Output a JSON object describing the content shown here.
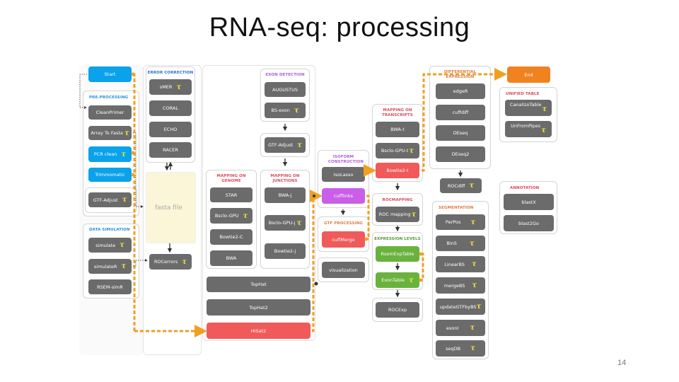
{
  "slide": {
    "title": "RNA-seq: processing",
    "page_number": "14"
  },
  "tool_marker": "τ",
  "colors": {
    "default_tool": "#6b6b6b",
    "start": "#0aa2ea",
    "end": "#f08220",
    "highlight_red": "#f05a5a",
    "highlight_green": "#6ab23e",
    "highlight_purple": "#c95fe8",
    "path": "#f0a020",
    "fasta": "#fbf6d7"
  },
  "nodes": {
    "start": "Start",
    "end": "End",
    "fasta_file": "fasta file"
  },
  "groups": {
    "pre_processing": {
      "label": "PRE-PROCESSING",
      "items": [
        "CleanPrimer",
        "Array To Fasta",
        "PCR clean",
        "Trimmomatic",
        "GTF-Adjust"
      ]
    },
    "data_simulation": {
      "label": "DATA SIMULATION",
      "items": [
        "simulate",
        "simulateR",
        "RSEM-simR"
      ]
    },
    "error_correction": {
      "label": "ERROR CORRECTION",
      "items": [
        "sMER",
        "CORAL",
        "ECHO",
        "RACER"
      ]
    },
    "roc_errors": {
      "items": [
        "ROCerrors"
      ]
    },
    "exon_detection": {
      "label": "EXON DETECTION",
      "items": [
        "AUGUSTUS",
        "BS-exon"
      ]
    },
    "gtf_adjust2": {
      "items": [
        "GTF-Adjust"
      ]
    },
    "mapping_genome": {
      "label": "MAPPING ON GENOME",
      "items": [
        "STAR",
        "Bsclo-GPU",
        "Bowtie2-C",
        "BWA"
      ]
    },
    "mapping_junctions": {
      "label": "MAPPING ON JUNCTIONS",
      "items": [
        "BWA-j",
        "Bsclo-GPU-j",
        "Bowtie2-j"
      ]
    },
    "tophat_group": {
      "items": [
        "TopHat",
        "TopHat2",
        "HISat2"
      ]
    },
    "isoform_construction": {
      "label": "ISOFORM CONSTRUCTION",
      "items": [
        "IsoLasso",
        "cufflinks"
      ]
    },
    "gtf_processing": {
      "label": "GTF PROCESSING",
      "items": [
        "cuffMerge"
      ]
    },
    "visualization": {
      "items": [
        "visualization"
      ]
    },
    "mapping_transcripts": {
      "label": "MAPPING ON TRANSCRIPTS",
      "items": [
        "BWA-t",
        "Bsclo-GPU-t",
        "Bowtie2-t"
      ]
    },
    "roc_mapping": {
      "label": "ROCMAPPING",
      "items": [
        "ROC mapping"
      ]
    },
    "expression_levels": {
      "label": "EXPRESSION LEVELS",
      "items": [
        "RsemExpTable",
        "ExonTable"
      ]
    },
    "roc_exp": {
      "items": [
        "ROCExp"
      ]
    },
    "differential_expression": {
      "label": "DIFFERENTIAL EXPRESSION",
      "items": [
        "edgeR",
        "cuffdiff",
        "DEseq",
        "DEseq2"
      ]
    },
    "roc_diff": {
      "items": [
        "ROCdiff"
      ]
    },
    "segmentation": {
      "label": "SEGMENTATION",
      "items": [
        "PerPos",
        "BinS",
        "LinearBS",
        "mergeBS",
        "updateGTFbyBS",
        "exonI",
        "seqDB"
      ]
    },
    "unified_table": {
      "label": "UNIFIED TABLE",
      "items": [
        "CanalizoTable",
        "UnFromPipes"
      ]
    },
    "annotation": {
      "label": "ANNOTATION",
      "items": [
        "blastX",
        "blast2Go"
      ]
    }
  }
}
